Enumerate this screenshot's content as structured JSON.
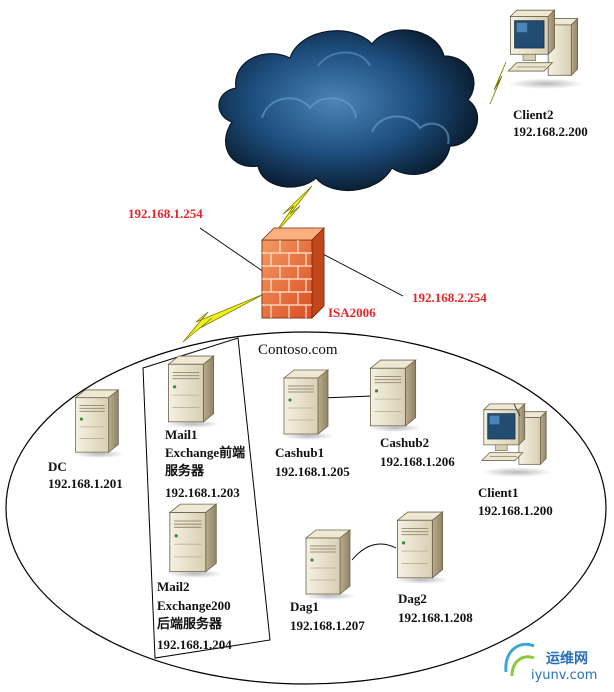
{
  "isa": {
    "name": "ISA2006",
    "ip_inside": "192.168.1.254",
    "ip_outside": "192.168.2.254"
  },
  "client2": {
    "name": "Client2",
    "ip": "192.168.2.200"
  },
  "domain_label": "Contoso.com",
  "dc": {
    "name": "DC",
    "ip": "192.168.1.201"
  },
  "mail1": {
    "name": "Mail1",
    "role1": "Exchange前端",
    "role2": "服务器",
    "ip": "192.168.1.203"
  },
  "mail2": {
    "name": "Mail2",
    "role1": "Exchange200",
    "role2": "后端服务器",
    "ip": "192.168.1.204"
  },
  "cashub1": {
    "name": "Cashub1",
    "ip": "192.168.1.205"
  },
  "cashub2": {
    "name": "Cashub2",
    "ip": "192.168.1.206"
  },
  "client1": {
    "name": "Client1",
    "ip": "192.168.1.200"
  },
  "dag1": {
    "name": "Dag1",
    "ip": "192.168.1.207"
  },
  "dag2": {
    "name": "Dag2",
    "ip": "192.168.1.208"
  },
  "watermark": {
    "cn": "运维网",
    "en": "iyunv.com"
  },
  "colors": {
    "ip_accent": "#e8262a",
    "cloud": "#1f4f80",
    "firewall": "#e8643a",
    "bolt": "#f2f21a"
  }
}
